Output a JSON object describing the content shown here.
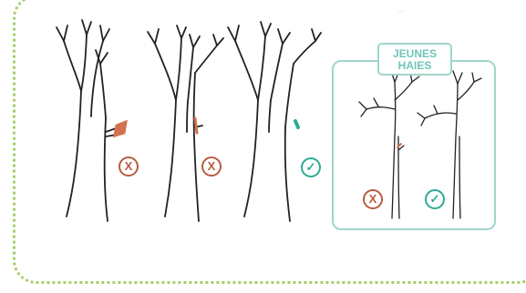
{
  "top_mark": "···",
  "young_hedges": {
    "title_line1": "JEUNES",
    "title_line2": "HAIES"
  },
  "markers": {
    "wrong_symbol": "X",
    "right_symbol": "✓"
  },
  "colors": {
    "frame_border": "#a6cf6a",
    "panel_border": "#9fd6cc",
    "title_text": "#6fc6b8",
    "wrong": "#b85c3e",
    "right": "#2bab96",
    "trunk": "#222222",
    "cut_stub": "#d4714e",
    "cut_good": "#2bab96"
  },
  "icons": {
    "wrong": "x-circle-icon",
    "right": "check-circle-icon"
  }
}
